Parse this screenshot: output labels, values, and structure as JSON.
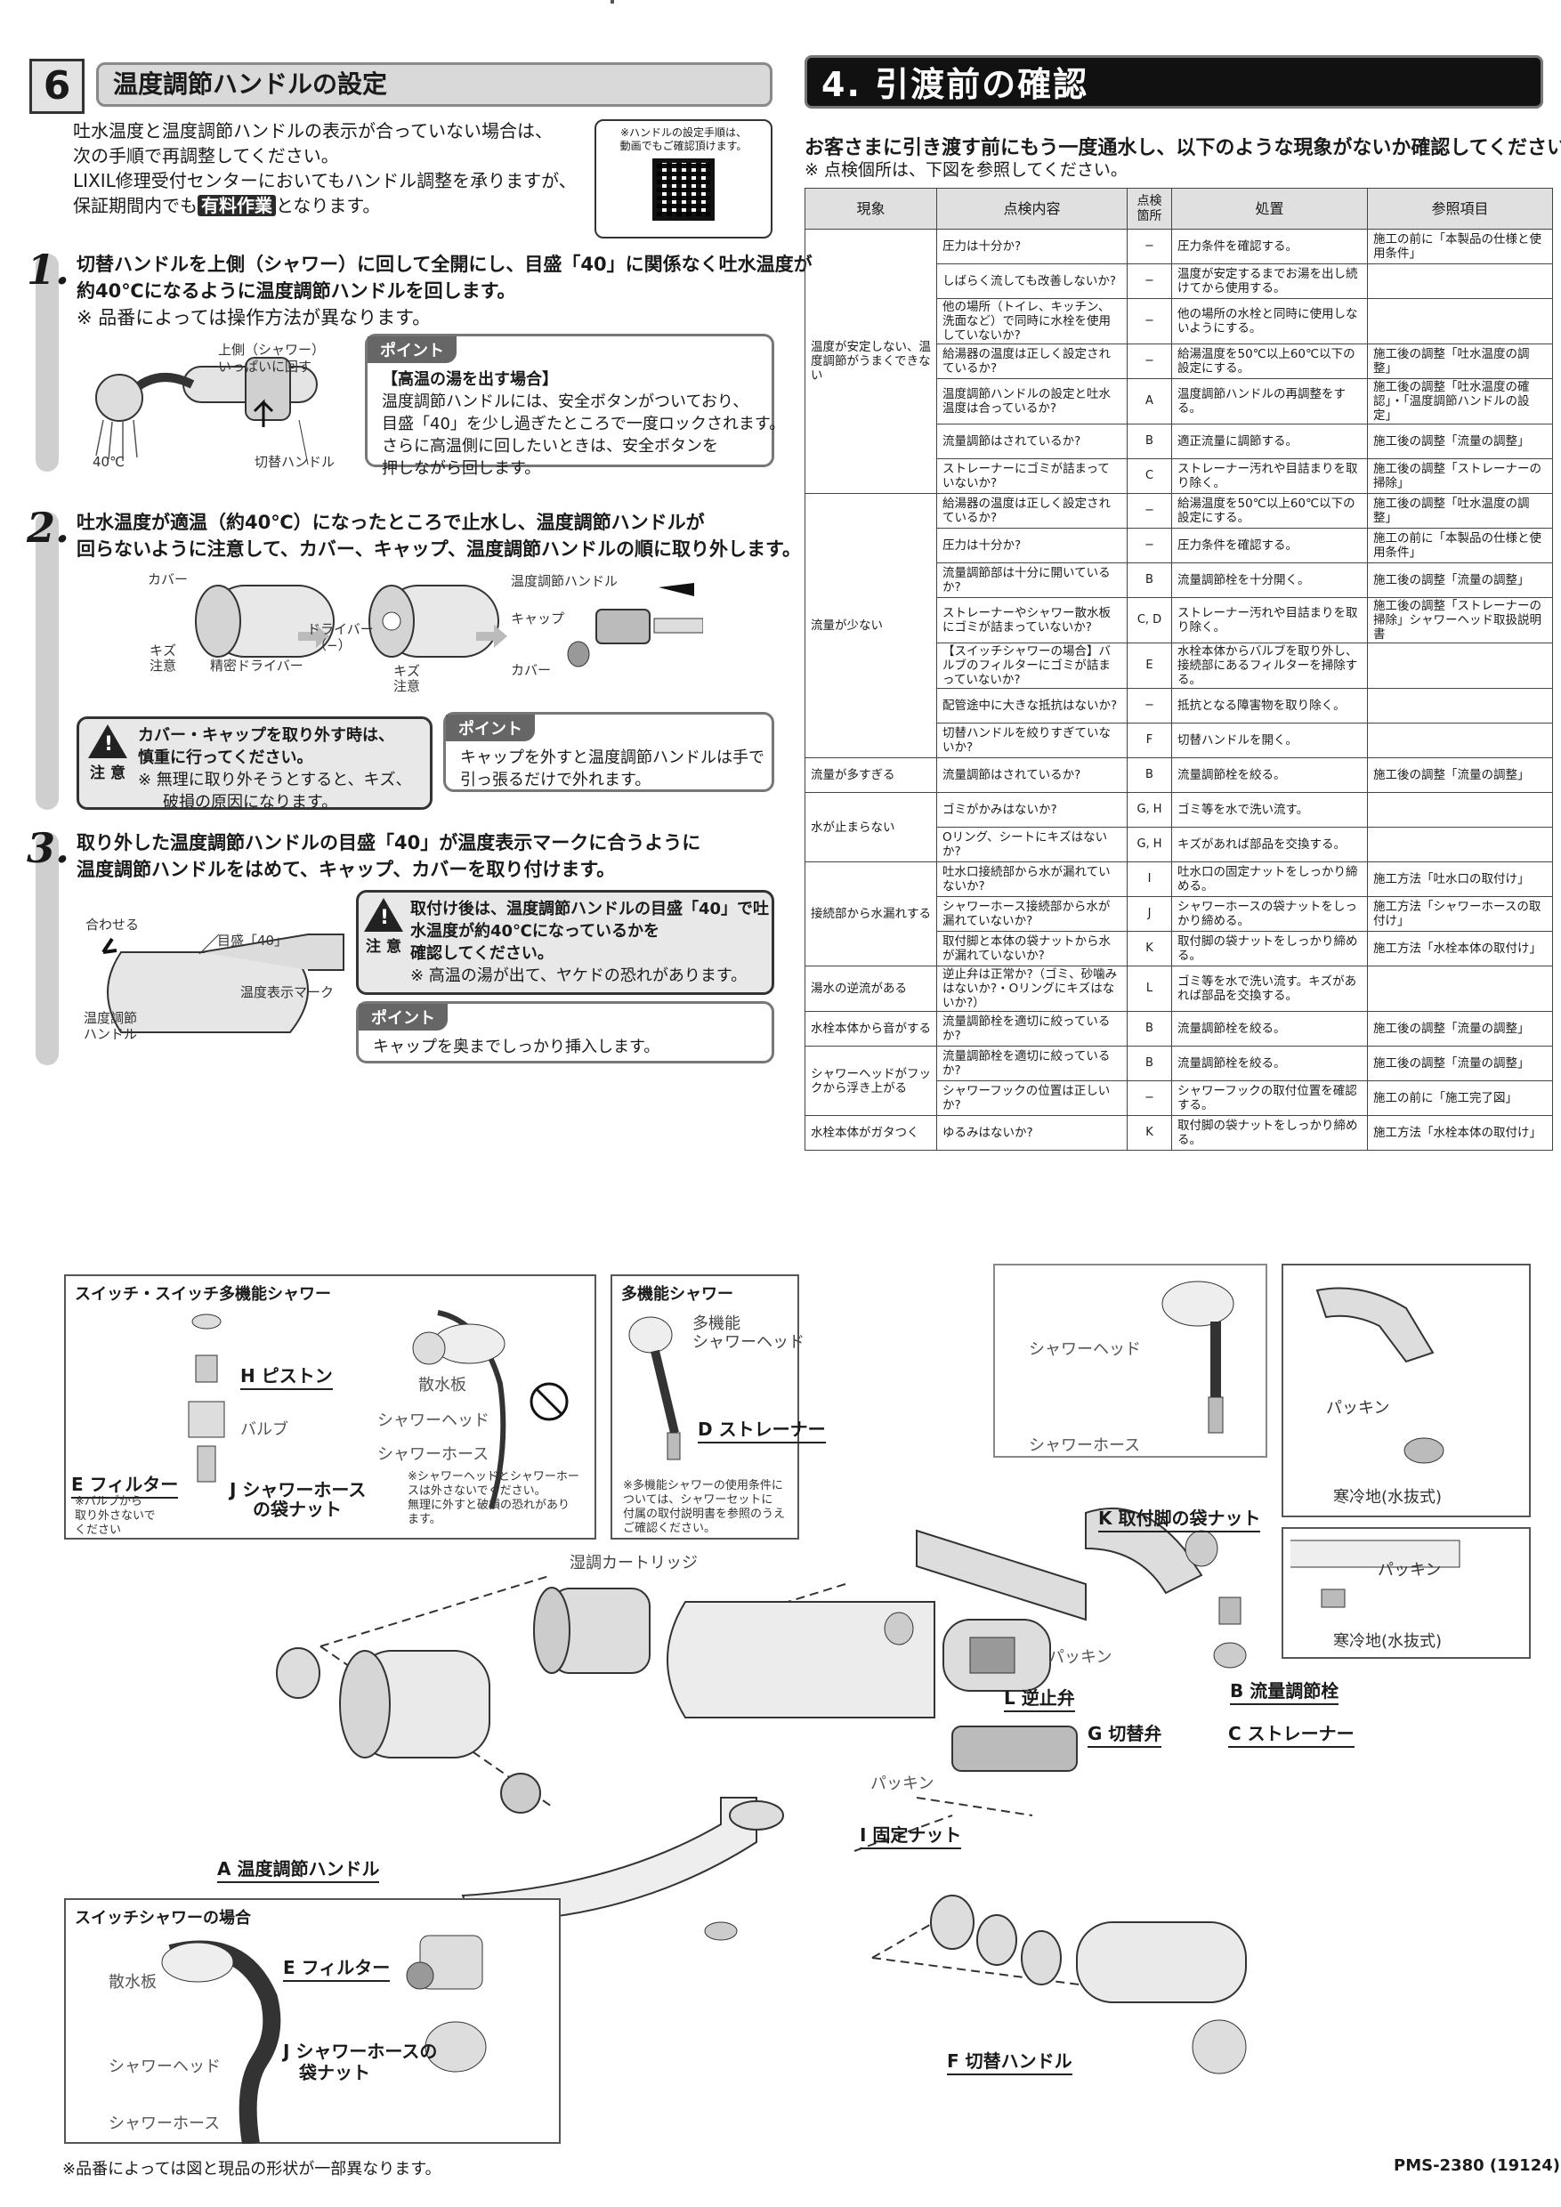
{
  "section6": {
    "number": "6",
    "title": "温度調節ハンドルの設定",
    "intro": {
      "l1": "吐水温度と温度調節ハンドルの表示が合っていない場合は、",
      "l2": "次の手順で再調整してください。",
      "l3": "LIXIL修理受付センターにおいてもハンドル調整を承りますが、",
      "l4_pre": "保証期間内でも",
      "l4_badge": "有料作業",
      "l4_post": "となります。"
    },
    "qr": {
      "l1": "※ハンドルの設定手順は、",
      "l2": "動画でもご確認頂けます。"
    },
    "step1": {
      "num": "1.",
      "l1": "切替ハンドルを上側（シャワー）に回して全開にし、目盛「40」に関係なく吐水温度が",
      "l2": "約40℃になるように温度調節ハンドルを回します。",
      "l3": "※ 品番によっては操作方法が異なります。",
      "lbl_upper1": "上側（シャワー）",
      "lbl_upper2": "いっぱいに回す",
      "lbl_40": "40℃",
      "lbl_switch": "切替ハンドル",
      "point_tag": "ポイント",
      "point_title": "【高温の湯を出す場合】",
      "point_l1": "温度調節ハンドルには、安全ボタンがついており、",
      "point_l2": "目盛「40」を少し過ぎたところで一度ロックされます。",
      "point_l3": "さらに高温側に回したいときは、安全ボタンを",
      "point_l4": "押しながら回します。"
    },
    "step2": {
      "num": "2.",
      "l1": "吐水温度が適温（約40℃）になったところで止水し、温度調節ハンドルが",
      "l2": "回らないように注意して、カバー、キャップ、温度調節ハンドルの順に取り外します。",
      "lbl_cover": "カバー",
      "lbl_driver": "ドライバー",
      "lbl_minus": "（−）",
      "lbl_kizu": "キズ",
      "lbl_chui": "注意",
      "lbl_precision": "精密ドライバー",
      "lbl_handle": "温度調節ハンドル",
      "lbl_cap": "キャップ",
      "lbl_cover2": "カバー",
      "caution_mark": "注 意",
      "caution_l1": "カバー・キャップを取り外す時は、",
      "caution_l2": "慎重に行ってください。",
      "caution_l3": "※ 無理に取り外そうとすると、キズ、",
      "caution_l4": "破損の原因になります。",
      "point_tag": "ポイント",
      "point_l1": "キャップを外すと温度調節ハンドルは手で",
      "point_l2": "引っ張るだけで外れます。"
    },
    "step3": {
      "num": "3.",
      "l1": "取り外した温度調節ハンドルの目盛「40」が温度表示マークに合うように",
      "l2": "温度調節ハンドルをはめて、キャップ、カバーを取り付けます。",
      "lbl_align": "合わせる",
      "lbl_scale": "目盛「40」",
      "lbl_mark": "温度表示マーク",
      "lbl_handle1": "温度調節",
      "lbl_handle2": "ハンドル",
      "caution_mark": "注 意",
      "caution_l1": "取付け後は、温度調節ハンドルの目盛「40」で吐",
      "caution_l2": "水温度が約40℃になっているかを",
      "caution_l3": "確認してください。",
      "caution_l4": "※ 高温の湯が出て、ヤケドの恐れがあります。",
      "point_tag": "ポイント",
      "point_l1": "キャップを奥までしっかり挿入します。"
    }
  },
  "section4": {
    "title": "4. 引渡前の確認",
    "intro": "お客さまに引き渡す前にもう一度通水し、以下のような現象がないか確認してください。",
    "sub": "※ 点検個所は、下図を参照してください。",
    "headers": {
      "sym": "現象",
      "item": "点検内容",
      "pt1": "点検",
      "pt2": "箇所",
      "act": "処置",
      "ref": "参照項目"
    },
    "groups": [
      {
        "sym": "温度が安定しない、温度調節がうまくできない",
        "rows": [
          {
            "item": "圧力は十分か?",
            "pt": "−",
            "act": "圧力条件を確認する。",
            "ref": "施工の前に「本製品の仕様と使用条件」"
          },
          {
            "item": "しばらく流しても改善しないか?",
            "pt": "−",
            "act": "温度が安定するまでお湯を出し続けてから使用する。",
            "ref": ""
          },
          {
            "item": "他の場所（トイレ、キッチン、洗面など）で同時に水栓を使用していないか?",
            "pt": "−",
            "act": "他の場所の水栓と同時に使用しないようにする。",
            "ref": ""
          },
          {
            "item": "給湯器の温度は正しく設定されているか?",
            "pt": "−",
            "act": "給湯温度を50℃以上60℃以下の設定にする。",
            "ref": "施工後の調整「吐水温度の調整」"
          },
          {
            "item": "温度調節ハンドルの設定と吐水温度は合っているか?",
            "pt": "A",
            "act": "温度調節ハンドルの再調整をする。",
            "ref": "施工後の調整「吐水温度の確認」・「温度調節ハンドルの設定」"
          },
          {
            "item": "流量調節はされているか?",
            "pt": "B",
            "act": "適正流量に調節する。",
            "ref": "施工後の調整「流量の調整」"
          },
          {
            "item": "ストレーナーにゴミが詰まっていないか?",
            "pt": "C",
            "act": "ストレーナー汚れや目詰まりを取り除く。",
            "ref": "施工後の調整「ストレーナーの掃除」"
          }
        ]
      },
      {
        "sym": "流量が少ない",
        "rows": [
          {
            "item": "給湯器の温度は正しく設定されているか?",
            "pt": "−",
            "act": "給湯温度を50℃以上60℃以下の設定にする。",
            "ref": "施工後の調整「吐水温度の調整」"
          },
          {
            "item": "圧力は十分か?",
            "pt": "−",
            "act": "圧力条件を確認する。",
            "ref": "施工の前に「本製品の仕様と使用条件」"
          },
          {
            "item": "流量調節部は十分に開いているか?",
            "pt": "B",
            "act": "流量調節栓を十分開く。",
            "ref": "施工後の調整「流量の調整」"
          },
          {
            "item": "ストレーナーやシャワー散水板にゴミが詰まっていないか?",
            "pt": "C, D",
            "act": "ストレーナー汚れや目詰まりを取り除く。",
            "ref": "施工後の調整「ストレーナーの掃除」シャワーヘッド取扱説明書"
          },
          {
            "item": "【スイッチシャワーの場合】バルブのフィルターにゴミが詰まっていないか?",
            "pt": "E",
            "act": "水栓本体からバルブを取り外し、接続部にあるフィルターを掃除する。",
            "ref": ""
          },
          {
            "item": "配管途中に大きな抵抗はないか?",
            "pt": "−",
            "act": "抵抗となる障害物を取り除く。",
            "ref": ""
          },
          {
            "item": "切替ハンドルを絞りすぎていないか?",
            "pt": "F",
            "act": "切替ハンドルを開く。",
            "ref": ""
          }
        ]
      },
      {
        "sym": "流量が多すぎる",
        "rows": [
          {
            "item": "流量調節はされているか?",
            "pt": "B",
            "act": "流量調節栓を絞る。",
            "ref": "施工後の調整「流量の調整」"
          }
        ]
      },
      {
        "sym": "水が止まらない",
        "rows": [
          {
            "item": "ゴミがかみはないか?",
            "pt": "G, H",
            "act": "ゴミ等を水で洗い流す。",
            "ref": ""
          },
          {
            "item": "Oリング、シートにキズはないか?",
            "pt": "G, H",
            "act": "キズがあれば部品を交換する。",
            "ref": ""
          }
        ]
      },
      {
        "sym": "接続部から水漏れする",
        "rows": [
          {
            "item": "吐水口接続部から水が漏れていないか?",
            "pt": "I",
            "act": "吐水口の固定ナットをしっかり締める。",
            "ref": "施工方法「吐水口の取付け」"
          },
          {
            "item": "シャワーホース接続部から水が漏れていないか?",
            "pt": "J",
            "act": "シャワーホースの袋ナットをしっかり締める。",
            "ref": "施工方法「シャワーホースの取付け」"
          },
          {
            "item": "取付脚と本体の袋ナットから水が漏れていないか?",
            "pt": "K",
            "act": "取付脚の袋ナットをしっかり締める。",
            "ref": "施工方法「水栓本体の取付け」"
          }
        ]
      },
      {
        "sym": "湯水の逆流がある",
        "rows": [
          {
            "item": "逆止弁は正常か?（ゴミ、砂噛みはないか?・Oリングにキズはないか?）",
            "pt": "L",
            "act": "ゴミ等を水で洗い流す。キズがあれば部品を交換する。",
            "ref": ""
          }
        ]
      },
      {
        "sym": "水栓本体から音がする",
        "rows": [
          {
            "item": "流量調節栓を適切に絞っているか?",
            "pt": "B",
            "act": "流量調節栓を絞る。",
            "ref": "施工後の調整「流量の調整」"
          }
        ]
      },
      {
        "sym": "シャワーヘッドがフックから浮き上がる",
        "rows": [
          {
            "item": "流量調節栓を適切に絞っているか?",
            "pt": "B",
            "act": "流量調節栓を絞る。",
            "ref": "施工後の調整「流量の調整」"
          },
          {
            "item": "シャワーフックの位置は正しいか?",
            "pt": "−",
            "act": "シャワーフックの取付位置を確認する。",
            "ref": "施工の前に「施工完了図」"
          }
        ]
      },
      {
        "sym": "水栓本体がガタつく",
        "rows": [
          {
            "item": "ゆるみはないか?",
            "pt": "K",
            "act": "取付脚の袋ナットをしっかり締める。",
            "ref": "施工方法「水栓本体の取付け」"
          }
        ]
      }
    ]
  },
  "diagram": {
    "inset1": {
      "title": "スイッチ・スイッチ多機能シャワー",
      "h_piston": "H ピストン",
      "valve": "バルブ",
      "e_filter": "E フィルター",
      "j_nut1": "J シャワーホース",
      "j_nut2": "の袋ナット",
      "spray": "散水板",
      "head": "シャワーヘッド",
      "hose": "シャワーホース",
      "note_l1": "※バルブから",
      "note_l2": "取り外さないで",
      "note_l3": "ください",
      "note2_l1": "※シャワーヘッドとシャワーホー",
      "note2_l2": "スは外さないでください。",
      "note2_l3": "無理に外すと破損の恐れがあり",
      "note2_l4": "ます。"
    },
    "inset2": {
      "title": "多機能シャワー",
      "head1": "多機能",
      "head2": "シャワーヘッド",
      "d_strainer": "D ストレーナー",
      "note_l1": "※多機能シャワーの使用条件に",
      "note_l2": "ついては、シャワーセットに",
      "note_l3": "付属の取付説明書を参照のうえ",
      "note_l4": "ご確認ください。"
    },
    "inset3": {
      "head": "シャワーヘッド",
      "hose": "シャワーホース"
    },
    "inset4": {
      "packing": "パッキン",
      "cold": "寒冷地(水抜式)"
    },
    "inset5": {
      "packing": "パッキン",
      "cold": "寒冷地(水抜式)"
    },
    "inset6": {
      "title": "スイッチシャワーの場合",
      "spray": "散水板",
      "e_filter": "E フィルター",
      "head": "シャワーヘッド",
      "j_nut1": "J シャワーホースの",
      "j_nut2": "袋ナット",
      "hose": "シャワーホース"
    },
    "labels": {
      "cartridge": "湿調カートリッジ",
      "k_nut": "K 取付脚の袋ナット",
      "packing1": "パッキン",
      "l_check": "L 逆止弁",
      "b_valve": "B 流量調節栓",
      "g_switch": "G 切替弁",
      "c_strainer": "C ストレーナー",
      "packing2": "パッキン",
      "i_nut": "I 固定ナット",
      "a_handle": "A 温度調節ハンドル",
      "f_handle": "F 切替ハンドル"
    }
  },
  "footer": {
    "note": "※品番によっては図と現品の形状が一部異なります。",
    "docno": "PMS-2380 (19124)"
  }
}
